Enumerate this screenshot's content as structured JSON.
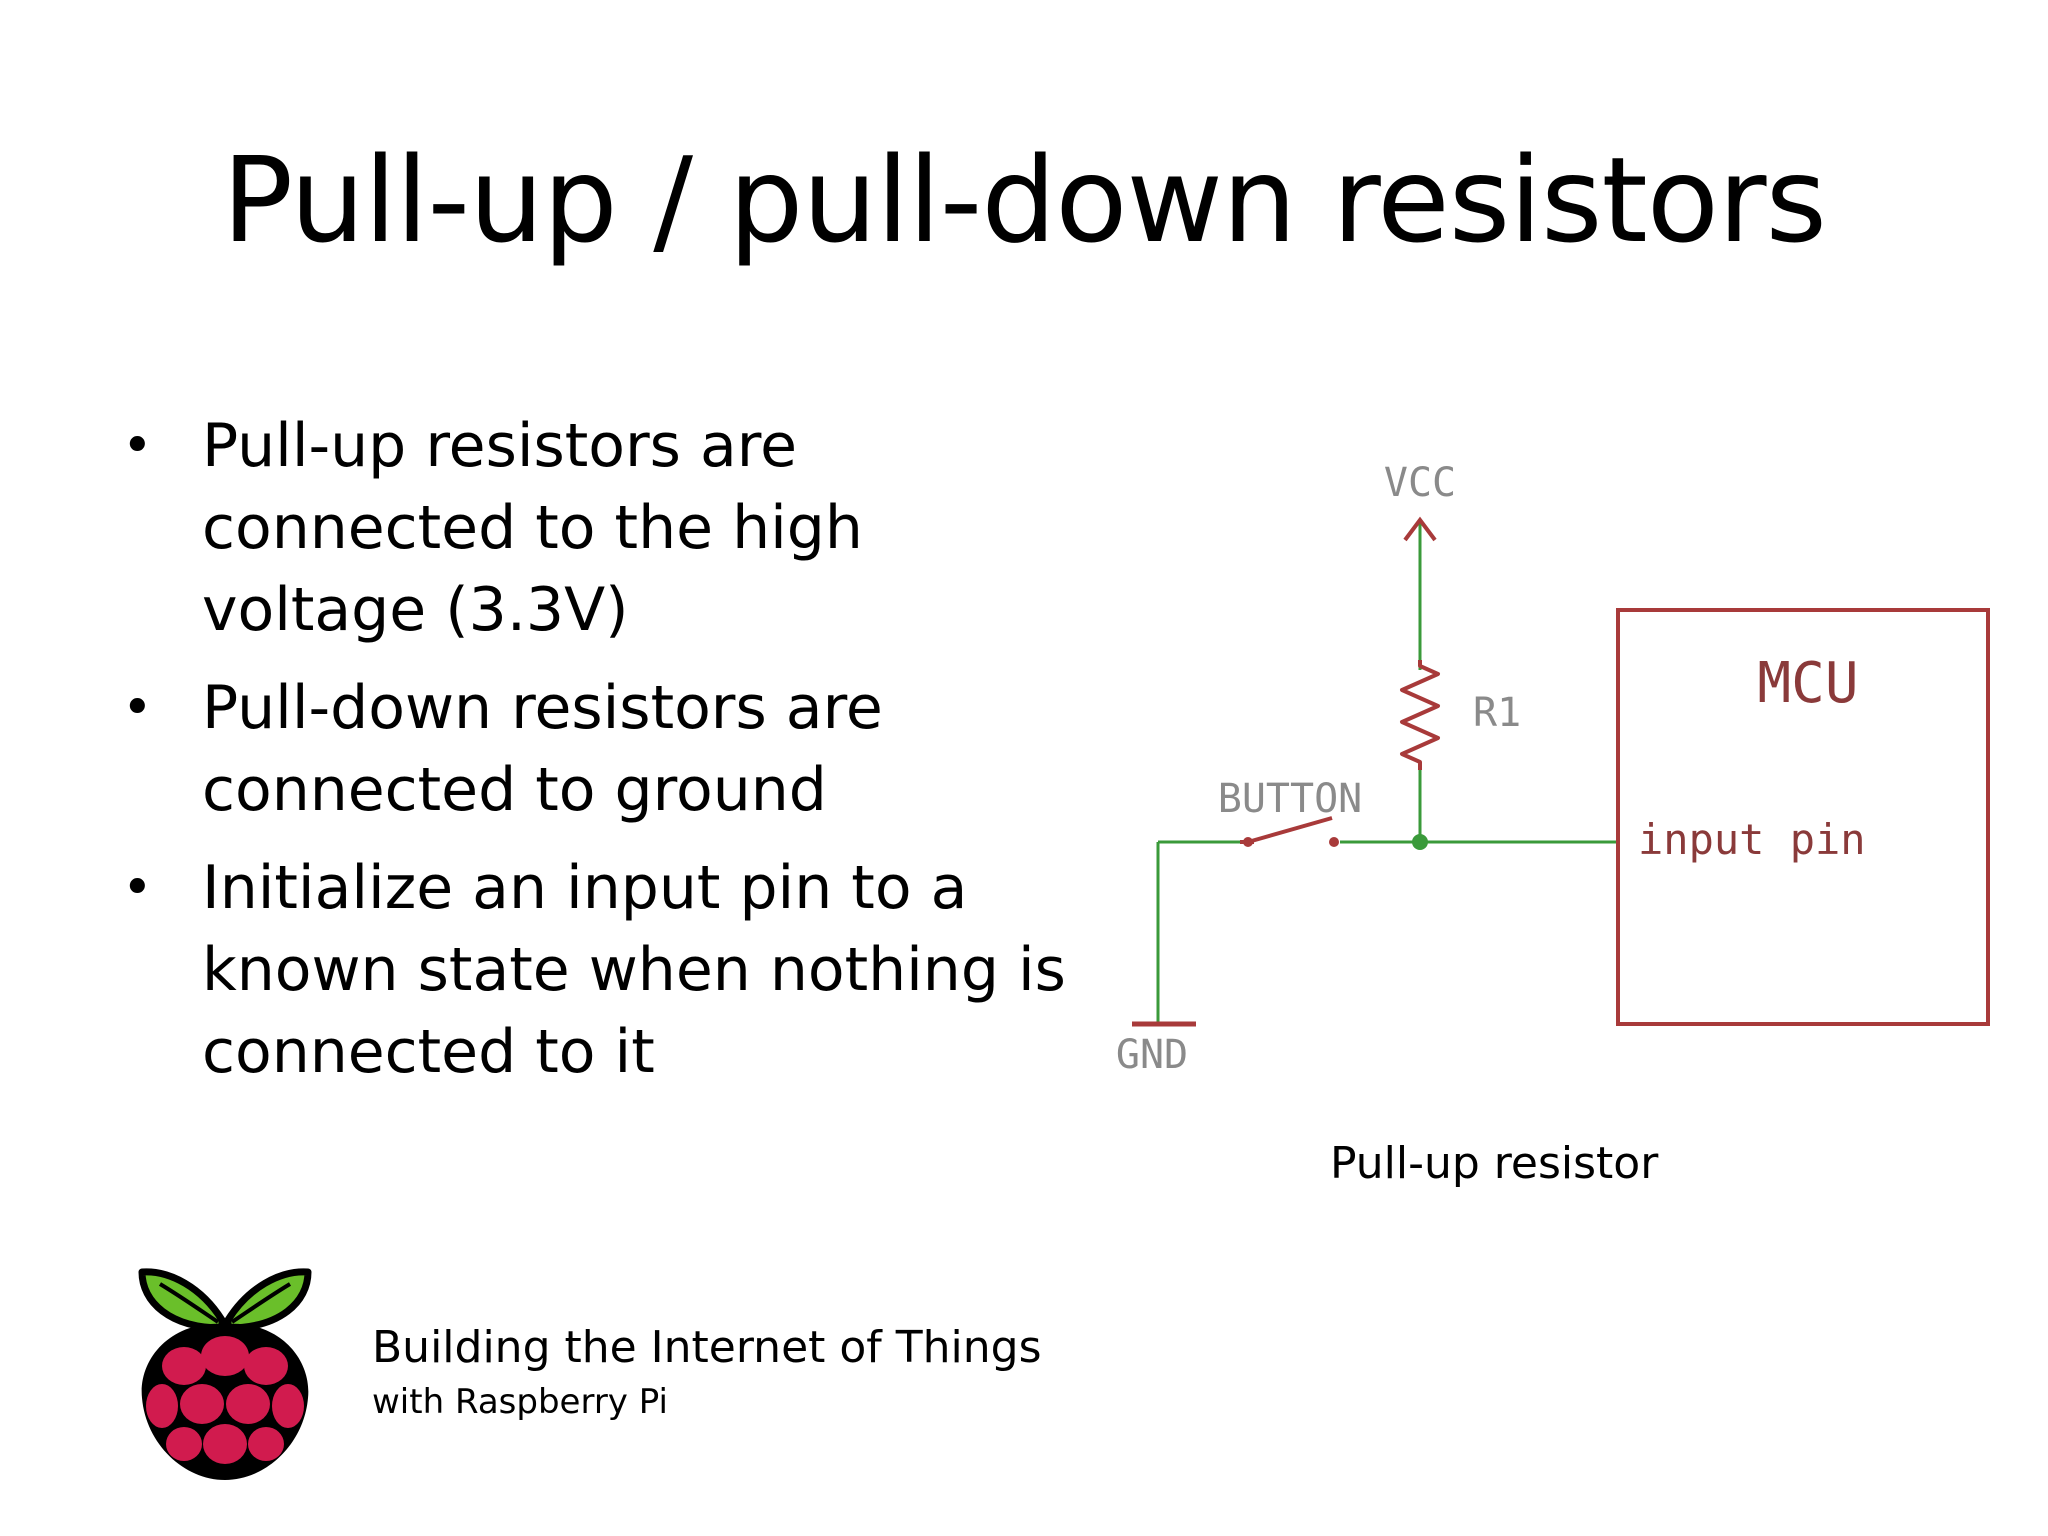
{
  "slide": {
    "title": "Pull-up / pull-down resistors",
    "bullets": [
      "Pull-up resistors are connected to the high voltage (3.3V)",
      "Pull-down resistors are connected to ground",
      "Initialize an input pin to a known state when nothing is connected to it"
    ],
    "bullet_marker": "•"
  },
  "diagram": {
    "vcc_label": "VCC",
    "resistor_label": "R1",
    "button_label": "BUTTON",
    "mcu_label": "MCU",
    "input_pin_label": "input pin",
    "gnd_label": "GND",
    "caption": "Pull-up resistor",
    "colors": {
      "wire": "#3a9a3a",
      "component": "#a83a3a",
      "label": "#8a8a8a"
    }
  },
  "footer": {
    "title": "Building the Internet of Things",
    "subtitle": "with Raspberry Pi",
    "logo_icon": "raspberry-pi-logo-icon"
  }
}
